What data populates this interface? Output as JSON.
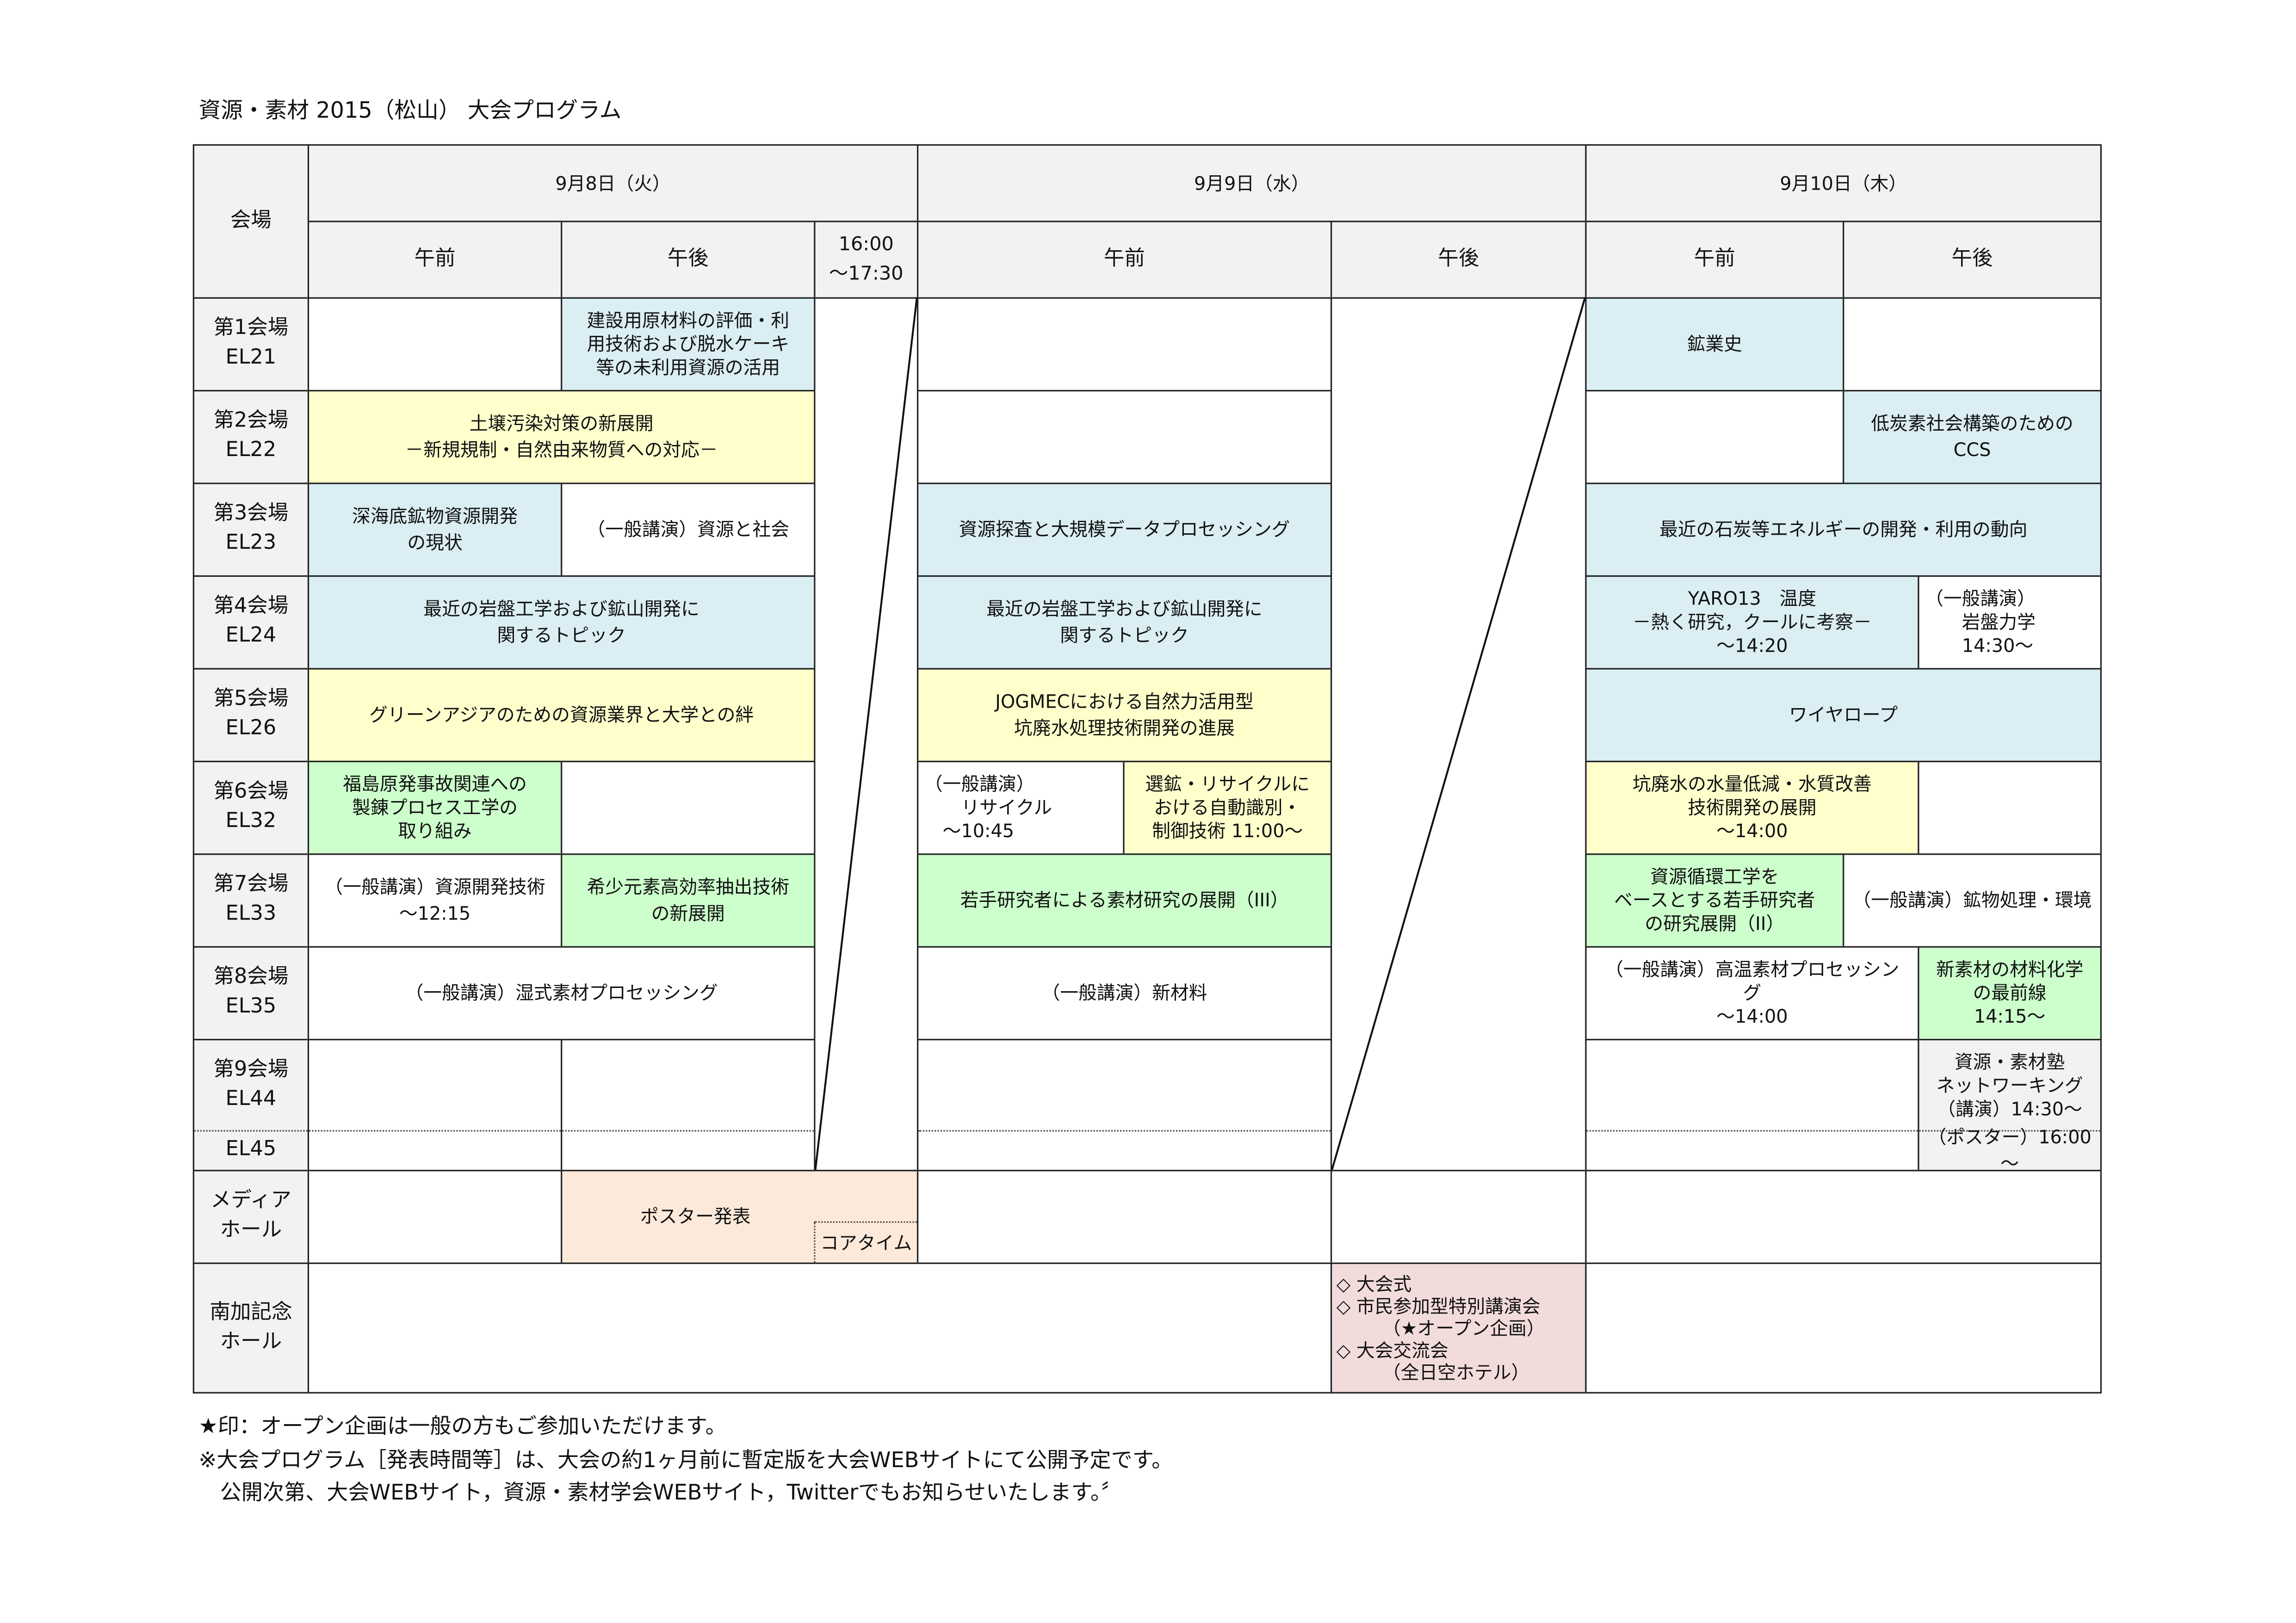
{
  "title": "資源・素材 2015（松山） 大会プログラム",
  "header": {
    "venue": "会場",
    "days": [
      "9月8日（火）",
      "9月9日（水）",
      "9月10日（木）"
    ],
    "am": "午前",
    "pm": "午後",
    "evening": "16:00\n～17:30"
  },
  "venues": [
    "第1会場\nEL21",
    "第2会場\nEL22",
    "第3会場\nEL23",
    "第4会場\nEL24",
    "第5会場\nEL26",
    "第6会場\nEL32",
    "第7会場\nEL33",
    "第8会場\nEL35",
    "第9会場\nEL44",
    "EL45",
    "メディア\nホール",
    "南加記念\nホール"
  ],
  "sessions": {
    "r1_8pm": "建設用原材料の評価・利\n用技術および脱水ケーキ\n等の未利用資源の活用",
    "r1_10am": "鉱業史",
    "r2_8": "土壌汚染対策の新展開\n－新規規制・自然由来物質への対応－",
    "r2_10pm": "低炭素社会構築のための\nCCS",
    "r3_8am": "深海底鉱物資源開発\nの現状",
    "r3_8pm": "（一般講演）資源と社会",
    "r3_9am": "資源探査と大規模データプロセッシング",
    "r3_10": "最近の石炭等エネルギーの開発・利用の動向",
    "r4_8": "最近の岩盤工学および鉱山開発に\n関するトピック",
    "r4_9am": "最近の岩盤工学および鉱山開発に\n関するトピック",
    "r4_10am": "YARO13　温度\n－熱く研究，クールに考察－\n～14:20",
    "r4_10pm": "（一般講演）\n　　岩盤力学\n　　14:30～",
    "r5_8": "グリーンアジアのための資源業界と大学との絆",
    "r5_9am": "JOGMECにおける自然力活用型\n坑廃水処理技術開発の進展",
    "r5_10": "ワイヤロープ",
    "r6_8am": "福島原発事故関連への\n製錬プロセス工学の\n取り組み",
    "r6_9am_a": "（一般講演）\n　　リサイクル\n　～10:45",
    "r6_9am_b": "選鉱・リサイクルに\nおける自動識別・\n制御技術 11:00～",
    "r6_10am": "坑廃水の水量低減・水質改善\n技術開発の展開\n～14:00",
    "r7_8am": "（一般講演）資源開発技術\n～12:15",
    "r7_8pm": "希少元素高効率抽出技術\nの新展開",
    "r7_9am": "若手研究者による素材研究の展開（III）",
    "r7_10am": "資源循環工学を\nベースとする若手研究者\nの研究展開（II）",
    "r7_10pm": "（一般講演）鉱物処理・環境",
    "r8_8": "（一般講演）湿式素材プロセッシング",
    "r8_9am": "（一般講演）新材料",
    "r8_10am": "（一般講演）高温素材プロセッシン\nグ\n～14:00",
    "r8_10pm": "新素材の材料化学\nの最前線\n14:15～",
    "r9_10pm": "資源・素材塾\nネットワーキング\n（講演）14:30～",
    "r10_10pm": "（ポスター）16:00～",
    "media_poster": "ポスター発表",
    "media_core": "コアタイム",
    "hall_items": [
      "◇ 大会式",
      "◇ 市民参加型特別講演会",
      "　　　（★オープン企画）",
      "◇ 大会交流会",
      "　　　（全日空ホテル）"
    ]
  },
  "notes": [
    "★印：オープン企画は一般の方もご参加いただけます。",
    "※大会プログラム［発表時間等］は、大会の約1ヶ月前に暫定版を大会WEBサイトにて公開予定です。",
    "　公開次第、大会WEBサイト，資源・素材学会WEBサイト，Twitterでもお知らせいたします。〞"
  ],
  "colors": {
    "header": "#f2f2f2",
    "blue": "#daeef3",
    "yellow": "#ffffcc",
    "green": "#ccffcc",
    "peach": "#fde9d9",
    "pink": "#f2dcdb"
  }
}
